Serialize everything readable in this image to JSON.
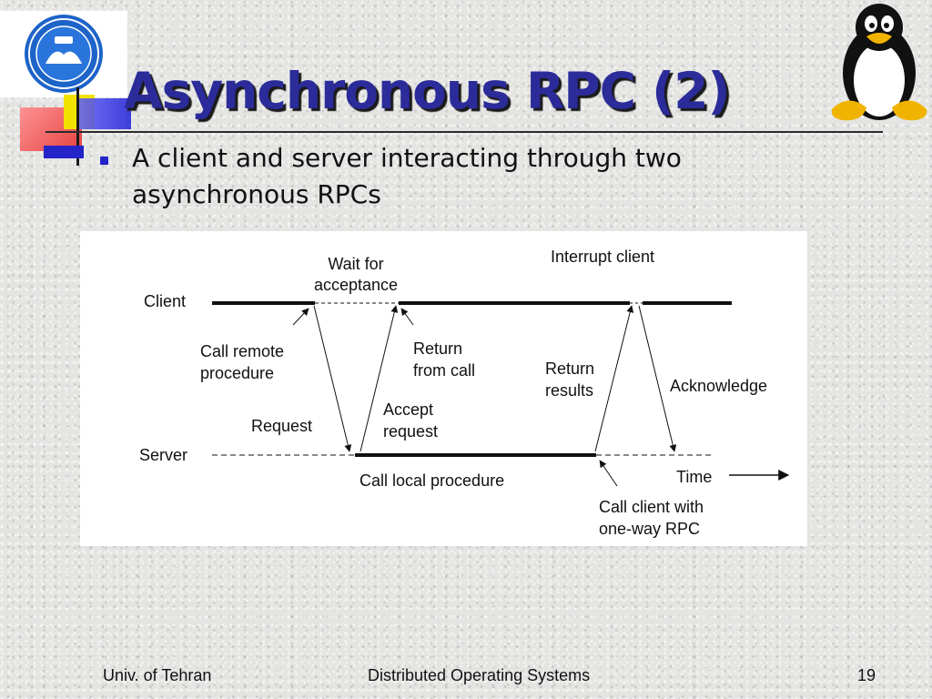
{
  "slide": {
    "title": "Asynchronous RPC (2)",
    "bullet": "A client and server interacting through two asynchronous RPCs"
  },
  "diagram": {
    "labels": {
      "client": "Client",
      "server": "Server",
      "wait_line1": "Wait for",
      "wait_line2": "acceptance",
      "interrupt_client": "Interrupt client",
      "call_remote_line1": "Call remote",
      "call_remote_line2": "procedure",
      "return_call_line1": "Return",
      "return_call_line2": "from call",
      "return_results_line1": "Return",
      "return_results_line2": "results",
      "acknowledge": "Acknowledge",
      "request": "Request",
      "accept_line1": "Accept",
      "accept_line2": "request",
      "call_local": "Call local procedure",
      "time": "Time",
      "call_client_line1": "Call client with",
      "call_client_line2": "one-way RPC"
    }
  },
  "footer": {
    "left": "Univ. of Tehran",
    "center": "Distributed Operating Systems",
    "page": "19"
  },
  "colors": {
    "title": "#2b2b9a",
    "bullet": "#2222cc",
    "accent_red": "#e83030",
    "accent_yellow": "#f2e200",
    "accent_blue": "#2020d8"
  }
}
